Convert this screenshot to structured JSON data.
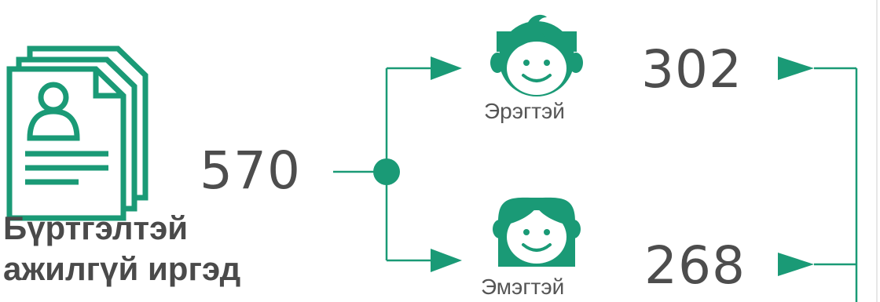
{
  "total": {
    "value": "570",
    "label_line1": "Бүртгэлтэй",
    "label_line2": "ажилгүй иргэд"
  },
  "male": {
    "label": "Эрэгтэй",
    "value": "302"
  },
  "female": {
    "label": "Эмэгтэй",
    "value": "268"
  },
  "colors": {
    "accent": "#1a9a76",
    "text": "#4d4d4d"
  },
  "icons": {
    "document": "resume-document-icon",
    "male": "boy-face-icon",
    "female": "girl-face-icon"
  }
}
